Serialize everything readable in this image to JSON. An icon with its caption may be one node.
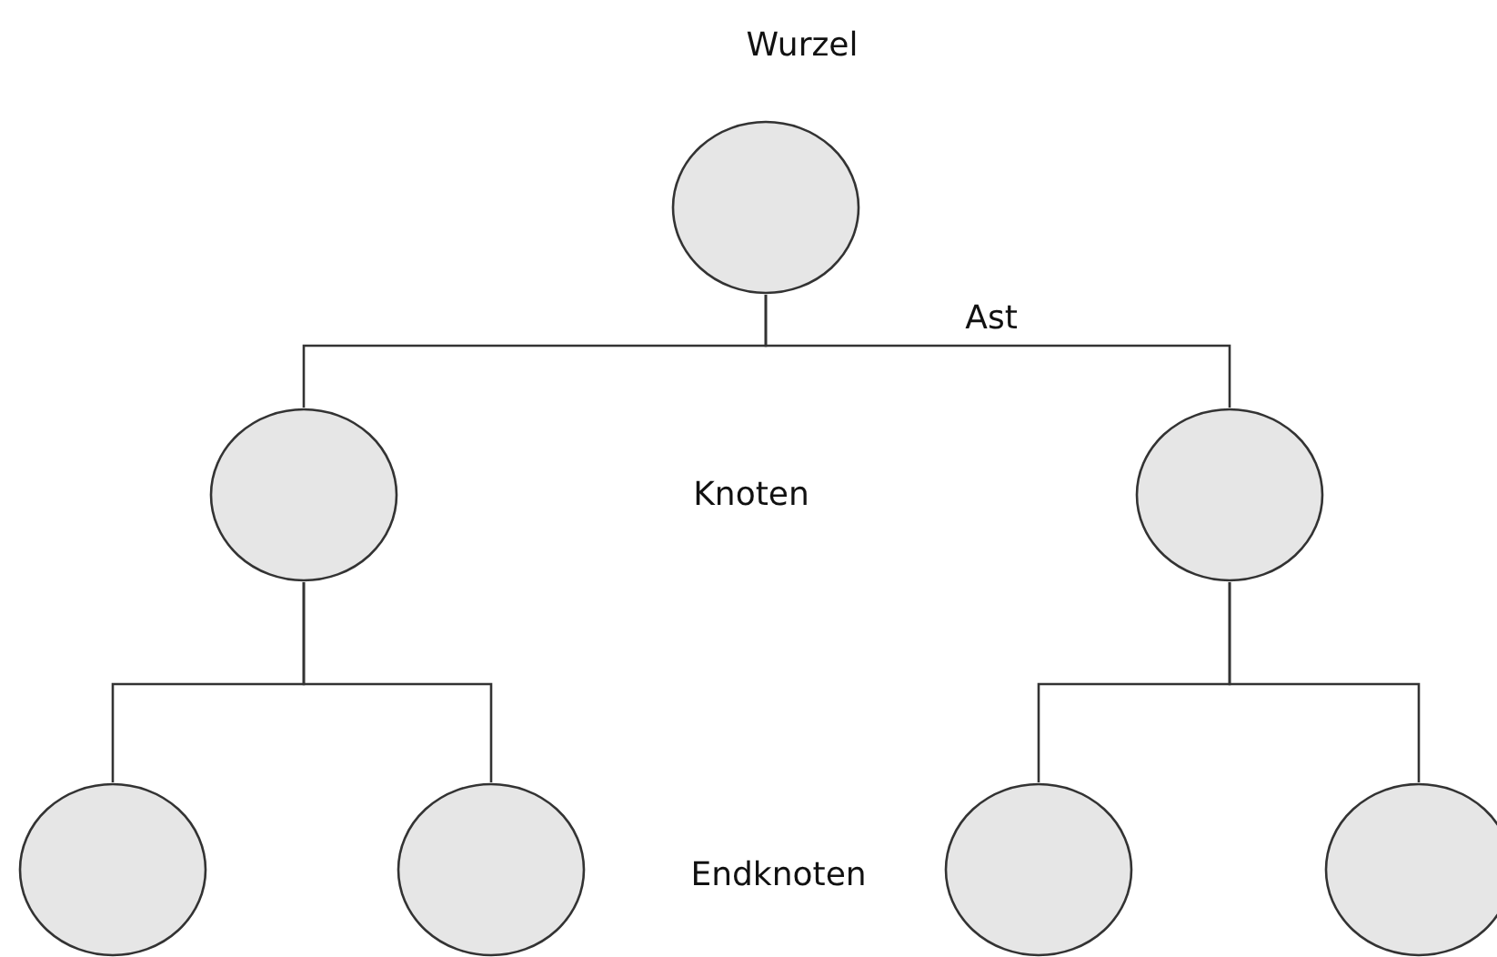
{
  "diagram": {
    "nodes": [
      {
        "text": [],
        "shape": "circle"
      },
      {
        "text": [],
        "shape": "circle"
      },
      {
        "text": [],
        "shape": "circle"
      },
      {
        "text": [],
        "shape": "circle"
      },
      {
        "text": [],
        "shape": "circle"
      },
      {
        "text": [],
        "shape": "circle"
      },
      {
        "text": [],
        "shape": "circle"
      }
    ],
    "edges": [
      {
        "from": 0,
        "to": 1,
        "arrow": "none"
      },
      {
        "from": 0,
        "to": 2,
        "arrow": "none"
      },
      {
        "from": 1,
        "to": 3,
        "arrow": "none"
      },
      {
        "from": 1,
        "to": 4,
        "arrow": "none"
      },
      {
        "from": 2,
        "to": 5,
        "arrow": "none"
      },
      {
        "from": 2,
        "to": 6,
        "arrow": "none"
      }
    ],
    "labels": [
      "Wurzel",
      "Ast",
      "Knoten",
      "Endknoten"
    ]
  }
}
